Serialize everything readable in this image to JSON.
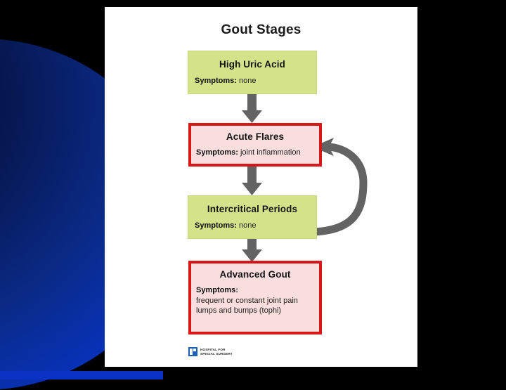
{
  "slide": {
    "background_color": "#000000",
    "accent_blue": "#0a33c6",
    "panel_background": "#ffffff"
  },
  "diagram": {
    "title": "Gout Stages",
    "colors": {
      "green_fill": "#d4e289",
      "red_border": "#d61818",
      "pink_fill": "#fadedd",
      "arrow_gray": "#636363"
    },
    "stages": [
      {
        "id": "high-uric-acid",
        "name": "High Uric Acid",
        "symptoms_label": "Symptoms:",
        "symptoms_value": "none",
        "style": "green"
      },
      {
        "id": "acute-flares",
        "name": "Acute Flares",
        "symptoms_label": "Symptoms:",
        "symptoms_value": "joint inflammation",
        "style": "red"
      },
      {
        "id": "intercritical-periods",
        "name": "Intercritical Periods",
        "symptoms_label": "Symptoms:",
        "symptoms_value": "none",
        "style": "green"
      },
      {
        "id": "advanced-gout",
        "name": "Advanced Gout",
        "symptoms_label": "Symptoms:",
        "symptoms_line_1": "frequent or constant joint pain",
        "symptoms_line_2": "lumps and bumps (tophi)",
        "style": "red"
      }
    ],
    "connectors": [
      {
        "id": "arrow-1",
        "from": "high-uric-acid",
        "to": "acute-flares",
        "kind": "down-arrow"
      },
      {
        "id": "arrow-2",
        "from": "acute-flares",
        "to": "intercritical-periods",
        "kind": "down-arrow"
      },
      {
        "id": "arrow-3",
        "from": "intercritical-periods",
        "to": "advanced-gout",
        "kind": "down-arrow"
      },
      {
        "id": "arrow-recurrence",
        "from": "intercritical-periods",
        "to": "acute-flares",
        "kind": "curved-loop-arrow"
      }
    ]
  },
  "logo": {
    "name": "hss-logo",
    "line_1": "HOSPITAL FOR",
    "line_2": "SPECIAL SURGERY",
    "mark_color": "#1d5fb4"
  }
}
